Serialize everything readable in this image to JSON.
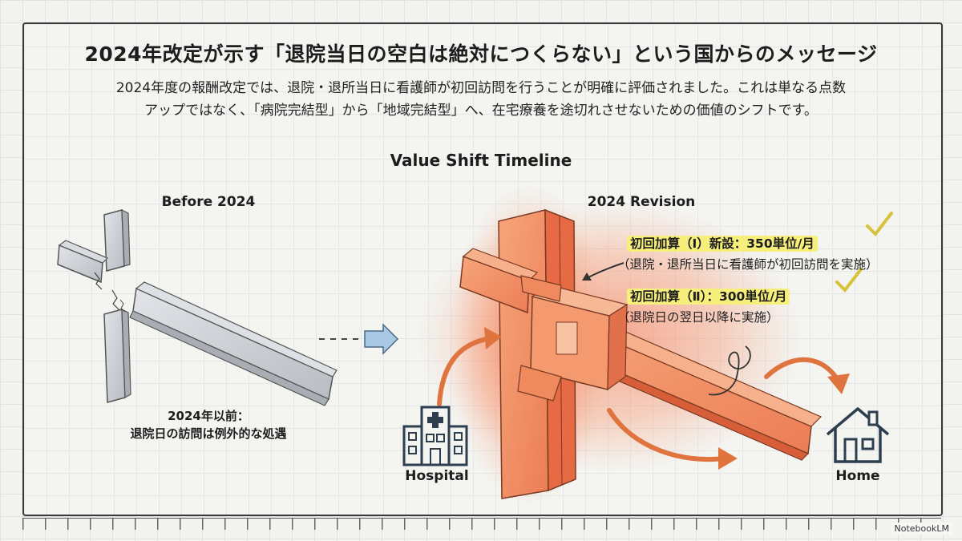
{
  "title": "2024年改定が示す「退院当日の空白は絶対につくらない」という国からのメッセージ",
  "subtitle_line1": "2024年度の報酬改定では、退院・退所当日に看護師が初回訪問を行うことが明確に評価されました。これは単なる点数",
  "subtitle_line2": "アップではなく、「病院完結型」から「地域完結型」へ、在宅療養を途切れさせないための価値のシフトです。",
  "timeline_title": "Value Shift Timeline",
  "before": {
    "label": "Before 2024",
    "caption_line1": "2024年以前：",
    "caption_line2": "退院日の訪問は例外的な処遇"
  },
  "revision": {
    "label": "2024 Revision",
    "note1_title": "初回加算（Ⅰ）新設：350単位/月",
    "note1_detail": "（退院・退所当日に看護師が初回訪問を実施）",
    "note2_title": "初回加算（Ⅱ）：300単位/月",
    "note2_detail": "（退院日の翌日以降に実施）",
    "hospital_label": "Hospital",
    "home_label": "Home"
  },
  "brand": "NotebookLM",
  "icons": [
    "hospital-icon",
    "home-icon",
    "checkmark-icon",
    "arrow-icon"
  ],
  "colors": {
    "glow": "#f07a4a",
    "beam_hot": "#f4a070",
    "highlight": "#f6ef7c",
    "arrow_orange": "#e0743f",
    "steel_gray": "#c9cdd2",
    "check_yellow": "#d8c23a"
  }
}
